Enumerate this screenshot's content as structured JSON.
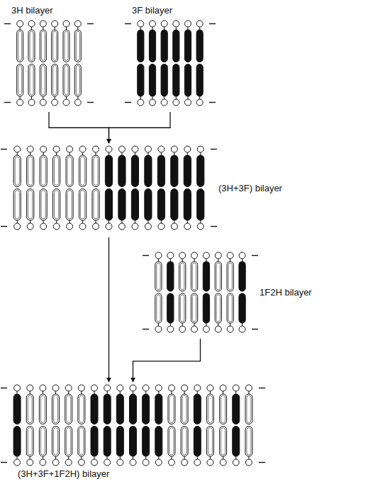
{
  "diagram": {
    "nodes": [
      {
        "text": [
          "3H bilayer"
        ]
      },
      {
        "text": [
          "3F bilayer"
        ]
      },
      {
        "text": [
          "(3H+3F) bilayer"
        ]
      },
      {
        "text": [
          "1F2H bilayer"
        ]
      },
      {
        "text": [
          "(3H+3F+1F2H) bilayer"
        ]
      }
    ],
    "edges": [
      {
        "from": 0,
        "to": 2,
        "arrow": "to"
      },
      {
        "from": 1,
        "to": 2,
        "arrow": "to"
      },
      {
        "from": 2,
        "to": 4,
        "arrow": "to"
      },
      {
        "from": 3,
        "to": 4,
        "arrow": "to"
      }
    ]
  }
}
